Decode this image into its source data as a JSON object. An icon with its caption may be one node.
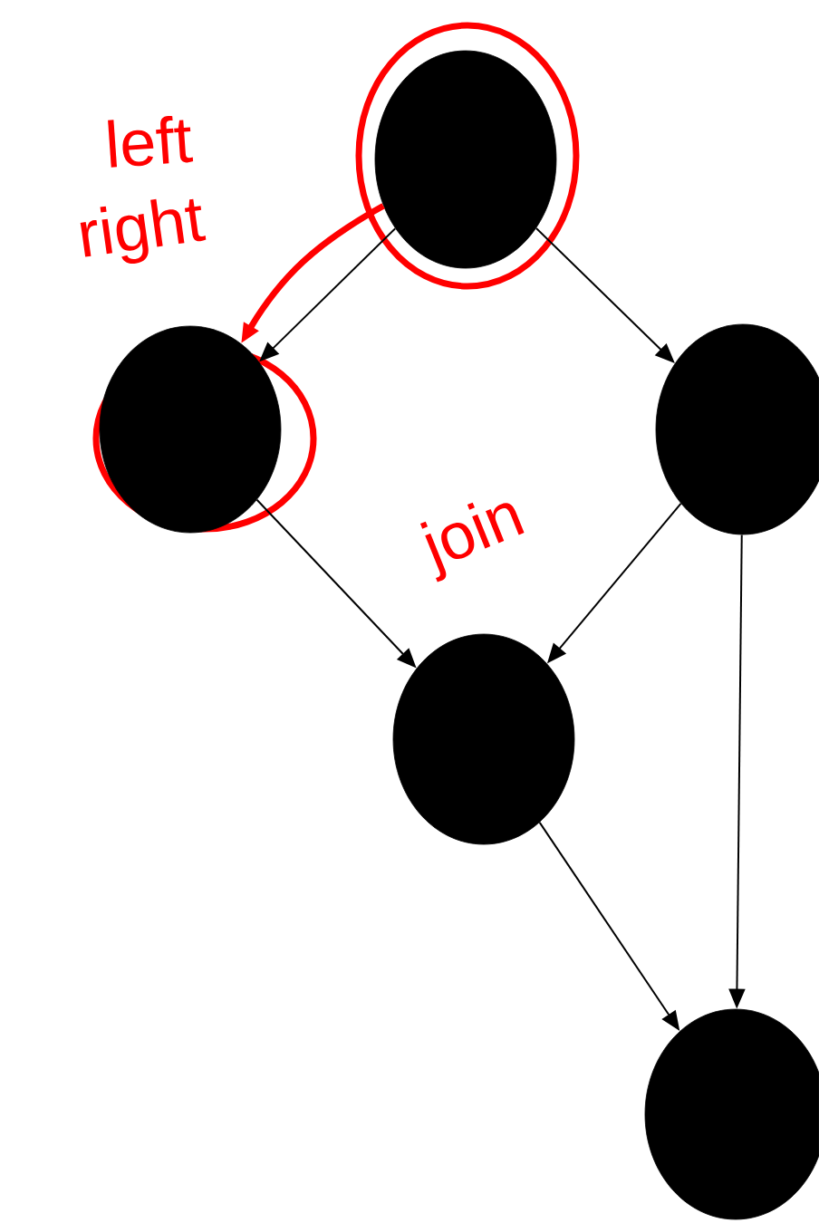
{
  "diagram": {
    "nodes": [
      {
        "text": [],
        "shape": "ellipse"
      },
      {
        "text": [],
        "shape": "ellipse"
      },
      {
        "text": [],
        "shape": "ellipse"
      },
      {
        "text": [],
        "shape": "ellipse"
      },
      {
        "text": [],
        "shape": "ellipse"
      }
    ],
    "edges": [
      {
        "from": 0,
        "to": 1,
        "arrow": "to"
      },
      {
        "from": 0,
        "to": 2,
        "arrow": "to"
      },
      {
        "from": 1,
        "to": 3,
        "arrow": "to"
      },
      {
        "from": 2,
        "to": 3,
        "arrow": "to"
      },
      {
        "from": 2,
        "to": 4,
        "arrow": "to"
      },
      {
        "from": 3,
        "to": 4,
        "arrow": "to"
      },
      {
        "from": 0,
        "to": 1,
        "arrow": "to",
        "style": "thick",
        "color": "#ff0000"
      }
    ],
    "labels": [
      "left",
      "right",
      "join"
    ]
  }
}
